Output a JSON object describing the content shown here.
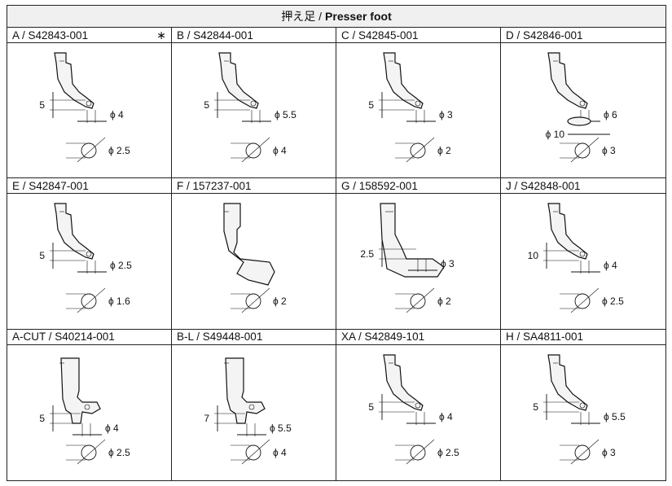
{
  "title": {
    "jp": "押え足 /",
    "en": "Presser foot"
  },
  "star": "∗",
  "cells": [
    {
      "code": "A / S42843-001",
      "h": "5",
      "d": "4",
      "hole": "2.5",
      "star": true
    },
    {
      "code": "B / S42844-001",
      "h": "5",
      "d": "5.5",
      "hole": "4"
    },
    {
      "code": "C / S42845-001",
      "h": "5",
      "d": "3",
      "hole": "2"
    },
    {
      "code": "D / S42846-001",
      "dl": "10",
      "d": "6",
      "hole": "3"
    },
    {
      "code": "E / S42847-001",
      "h": "5",
      "d": "2.5",
      "hole": "1.6"
    },
    {
      "code": "F / 157237-001",
      "hole": "2"
    },
    {
      "code": "G / 158592-001",
      "h": "2.5",
      "d": "3",
      "hole": "2"
    },
    {
      "code": "J / S42848-001",
      "h": "10",
      "d": "4",
      "hole": "2.5"
    },
    {
      "code": "A-CUT / S40214-001",
      "h": "5",
      "d": "4",
      "hole": "2.5"
    },
    {
      "code": "B-L / S49448-001",
      "h": "7",
      "d": "5.5",
      "hole": "4"
    },
    {
      "code": "XA / S42849-101",
      "h": "5",
      "d": "4",
      "hole": "2.5"
    },
    {
      "code": "H / SA4811-001",
      "h": "5",
      "d": "5.5",
      "hole": "3"
    }
  ],
  "phi": "ϕ"
}
